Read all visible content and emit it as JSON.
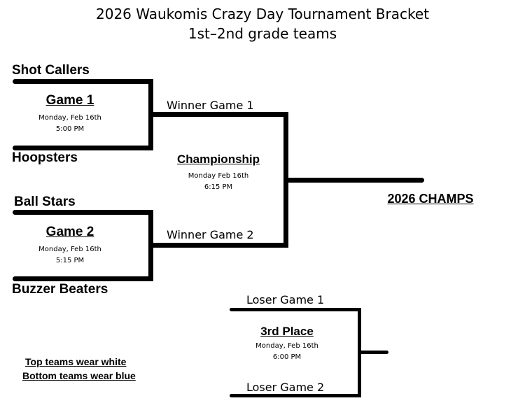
{
  "title": {
    "line1": "2026 Waukomis Crazy Day Tournament Bracket",
    "line2": "1st–2nd grade teams"
  },
  "teams": {
    "team1": "Shot Callers",
    "team2": "Hoopsters",
    "team3": "Ball Stars",
    "team4": "Buzzer Beaters"
  },
  "game1": {
    "name": "Game 1",
    "date": "Monday, Feb 16th",
    "time": "5:00 PM"
  },
  "game2": {
    "name": "Game 2",
    "date": "Monday, Feb 16th",
    "time": "5:15 PM"
  },
  "championship": {
    "name": "Championship",
    "date": "Monday Feb 16th",
    "time": "6:15 PM"
  },
  "third_place": {
    "name": "3rd Place",
    "date": "Monday, Feb 16th",
    "time": "6:00 PM"
  },
  "labels": {
    "winner_game1": "Winner Game 1",
    "winner_game2": "Winner Game 2",
    "loser_game1": "Loser Game 1",
    "loser_game2": "Loser Game 2",
    "champs": "2026 CHAMPS"
  },
  "notes": {
    "top": "Top teams wear white",
    "bottom": "Bottom teams wear blue"
  }
}
